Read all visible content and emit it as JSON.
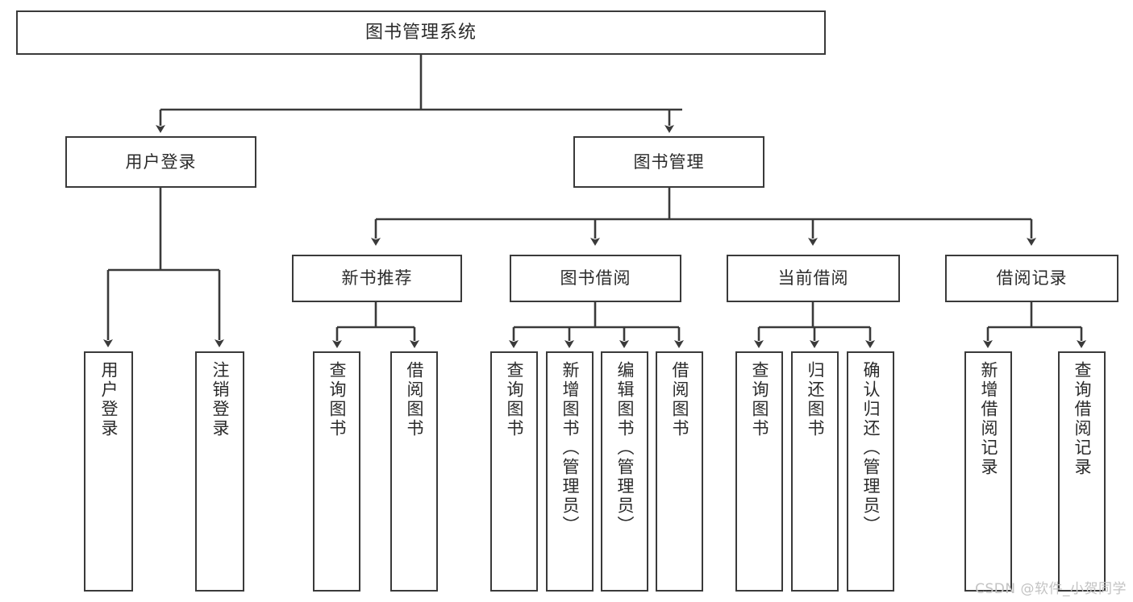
{
  "diagram": {
    "title": "图书管理系统",
    "type": "hierarchy-tree",
    "colors": {
      "box_border": "#3a3a3a",
      "box_fill": "#ffffff",
      "connector": "#3a3a3a",
      "text": "#2b2b2b",
      "watermark": "#c3c3c3",
      "background": "#ffffff"
    },
    "levels": [
      {
        "level": 1,
        "nodes": [
          {
            "id": "root",
            "label": "图书管理系统",
            "orientation": "horizontal"
          }
        ]
      },
      {
        "level": 2,
        "nodes": [
          {
            "id": "login",
            "label": "用户登录",
            "orientation": "horizontal",
            "parent": "root"
          },
          {
            "id": "bookmgmt",
            "label": "图书管理",
            "orientation": "horizontal",
            "parent": "root"
          }
        ]
      },
      {
        "level": 3,
        "nodes": [
          {
            "id": "newbook",
            "label": "新书推荐",
            "orientation": "horizontal",
            "parent": "bookmgmt"
          },
          {
            "id": "borrow",
            "label": "图书借阅",
            "orientation": "horizontal",
            "parent": "bookmgmt"
          },
          {
            "id": "current",
            "label": "当前借阅",
            "orientation": "horizontal",
            "parent": "bookmgmt"
          },
          {
            "id": "records",
            "label": "借阅记录",
            "orientation": "horizontal",
            "parent": "bookmgmt"
          }
        ]
      },
      {
        "level": 4,
        "nodes": [
          {
            "id": "leaf1",
            "label": "用户登录",
            "orientation": "vertical",
            "parent": "login"
          },
          {
            "id": "leaf2",
            "label": "注销登录",
            "orientation": "vertical",
            "parent": "login"
          },
          {
            "id": "leaf3",
            "label": "查询图书",
            "orientation": "vertical",
            "parent": "newbook"
          },
          {
            "id": "leaf4",
            "label": "借阅图书",
            "orientation": "vertical",
            "parent": "newbook"
          },
          {
            "id": "leaf5",
            "label": "查询图书",
            "orientation": "vertical",
            "parent": "borrow"
          },
          {
            "id": "leaf6",
            "label": "新增图书（管理员）",
            "orientation": "vertical",
            "parent": "borrow"
          },
          {
            "id": "leaf7",
            "label": "编辑图书（管理员）",
            "orientation": "vertical",
            "parent": "borrow"
          },
          {
            "id": "leaf8",
            "label": "借阅图书",
            "orientation": "vertical",
            "parent": "borrow"
          },
          {
            "id": "leaf9",
            "label": "查询图书",
            "orientation": "vertical",
            "parent": "current"
          },
          {
            "id": "leaf10",
            "label": "归还图书",
            "orientation": "vertical",
            "parent": "current"
          },
          {
            "id": "leaf11",
            "label": "确认归还（管理员）",
            "orientation": "vertical",
            "parent": "current"
          },
          {
            "id": "leaf12",
            "label": "新增借阅记录",
            "orientation": "vertical",
            "parent": "records"
          },
          {
            "id": "leaf13",
            "label": "查询借阅记录",
            "orientation": "vertical",
            "parent": "records"
          }
        ]
      }
    ]
  },
  "watermark": {
    "text": "CSDN @软件_小贺同学"
  }
}
